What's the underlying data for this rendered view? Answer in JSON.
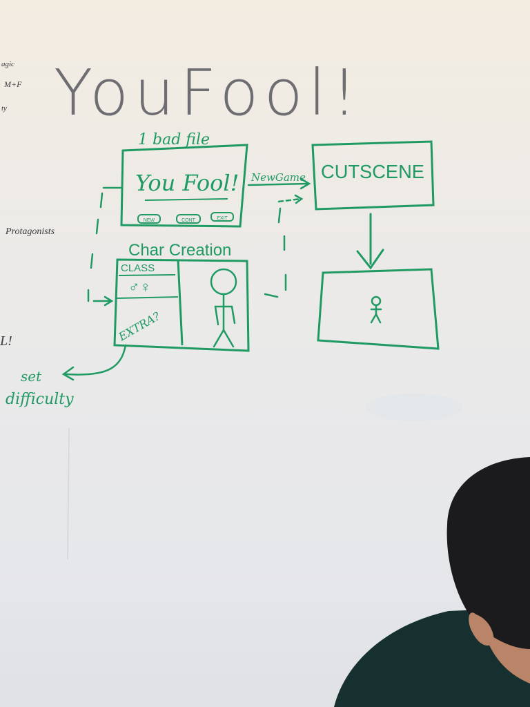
{
  "pencil_title": "YouFool!",
  "left_notes": {
    "magic": "agic",
    "mf": "M+F",
    "ty": "ty",
    "protagonists": "Protagonists",
    "l_mark": "L!"
  },
  "title_screen": {
    "heading": "1 bad file",
    "logo_text": "You Fool!",
    "buttons": [
      "NEW",
      "CONT",
      "EXIT"
    ]
  },
  "arrow_label": "NewGame",
  "cutscene_label": "CUTSCENE",
  "char_creation": {
    "heading": "Char Creation",
    "class_label": "CLASS",
    "gender_symbols": "♂♀",
    "extra_label": "EXTRA?"
  },
  "difficulty_note": {
    "line1": "set",
    "line2": "difficulty"
  },
  "colors": {
    "marker_green": "#1f9a63",
    "pencil_gray": "#6e6e72",
    "hair": "#1b1a1c",
    "skin": "#b98467",
    "jacket": "#16302f"
  }
}
